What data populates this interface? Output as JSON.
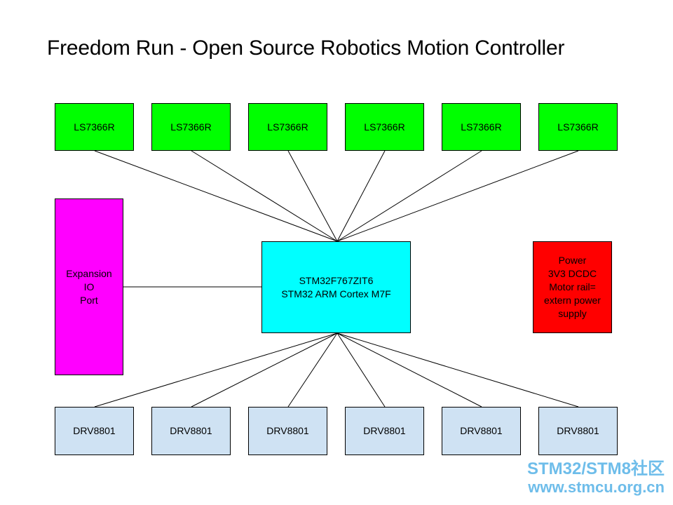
{
  "title": "Freedom Run - Open Source Robotics Motion Controller",
  "encoders": [
    {
      "label": "LS7366R"
    },
    {
      "label": "LS7366R"
    },
    {
      "label": "LS7366R"
    },
    {
      "label": "LS7366R"
    },
    {
      "label": "LS7366R"
    },
    {
      "label": "LS7366R"
    }
  ],
  "mcu": {
    "label": "STM32F767ZIT6\nSTM32 ARM Cortex M7F"
  },
  "expansion": {
    "label": "Expansion\nIO\nPort"
  },
  "power": {
    "label": "Power\n3V3 DCDC\nMotor rail=\nextern power\nsupply"
  },
  "drivers": [
    {
      "label": "DRV8801"
    },
    {
      "label": "DRV8801"
    },
    {
      "label": "DRV8801"
    },
    {
      "label": "DRV8801"
    },
    {
      "label": "DRV8801"
    },
    {
      "label": "DRV8801"
    }
  ],
  "watermark": {
    "line1": "STM32/STM8社区",
    "line2": "www.stmcu.org.cn"
  },
  "colors": {
    "encoder": "#00ff00",
    "mcu": "#00ffff",
    "expansion": "#ff00ff",
    "power": "#ff0000",
    "driver": "#cfe2f3"
  }
}
